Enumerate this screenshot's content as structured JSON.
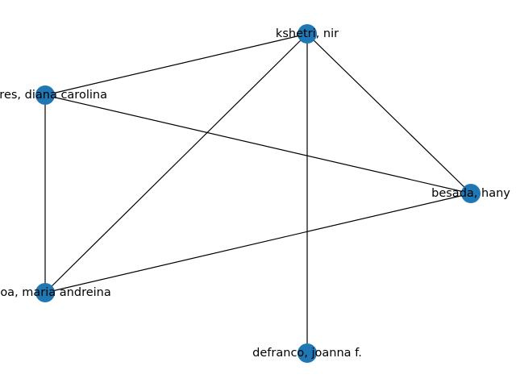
{
  "graph": {
    "node_color": "#1f77b4",
    "edge_color": "#000000",
    "nodes": [
      {
        "id": "kshetri",
        "label": "kshetri, nir"
      },
      {
        "id": "torres",
        "label": "torres, diana carolina"
      },
      {
        "id": "besada",
        "label": "besada, hany"
      },
      {
        "id": "ochoa",
        "label": "ochoa, maria andreina"
      },
      {
        "id": "defranco",
        "label": "defranco, joanna f."
      }
    ],
    "edges": [
      [
        "kshetri",
        "torres"
      ],
      [
        "kshetri",
        "besada"
      ],
      [
        "kshetri",
        "ochoa"
      ],
      [
        "kshetri",
        "defranco"
      ],
      [
        "torres",
        "besada"
      ],
      [
        "torres",
        "ochoa"
      ],
      [
        "besada",
        "ochoa"
      ]
    ]
  }
}
